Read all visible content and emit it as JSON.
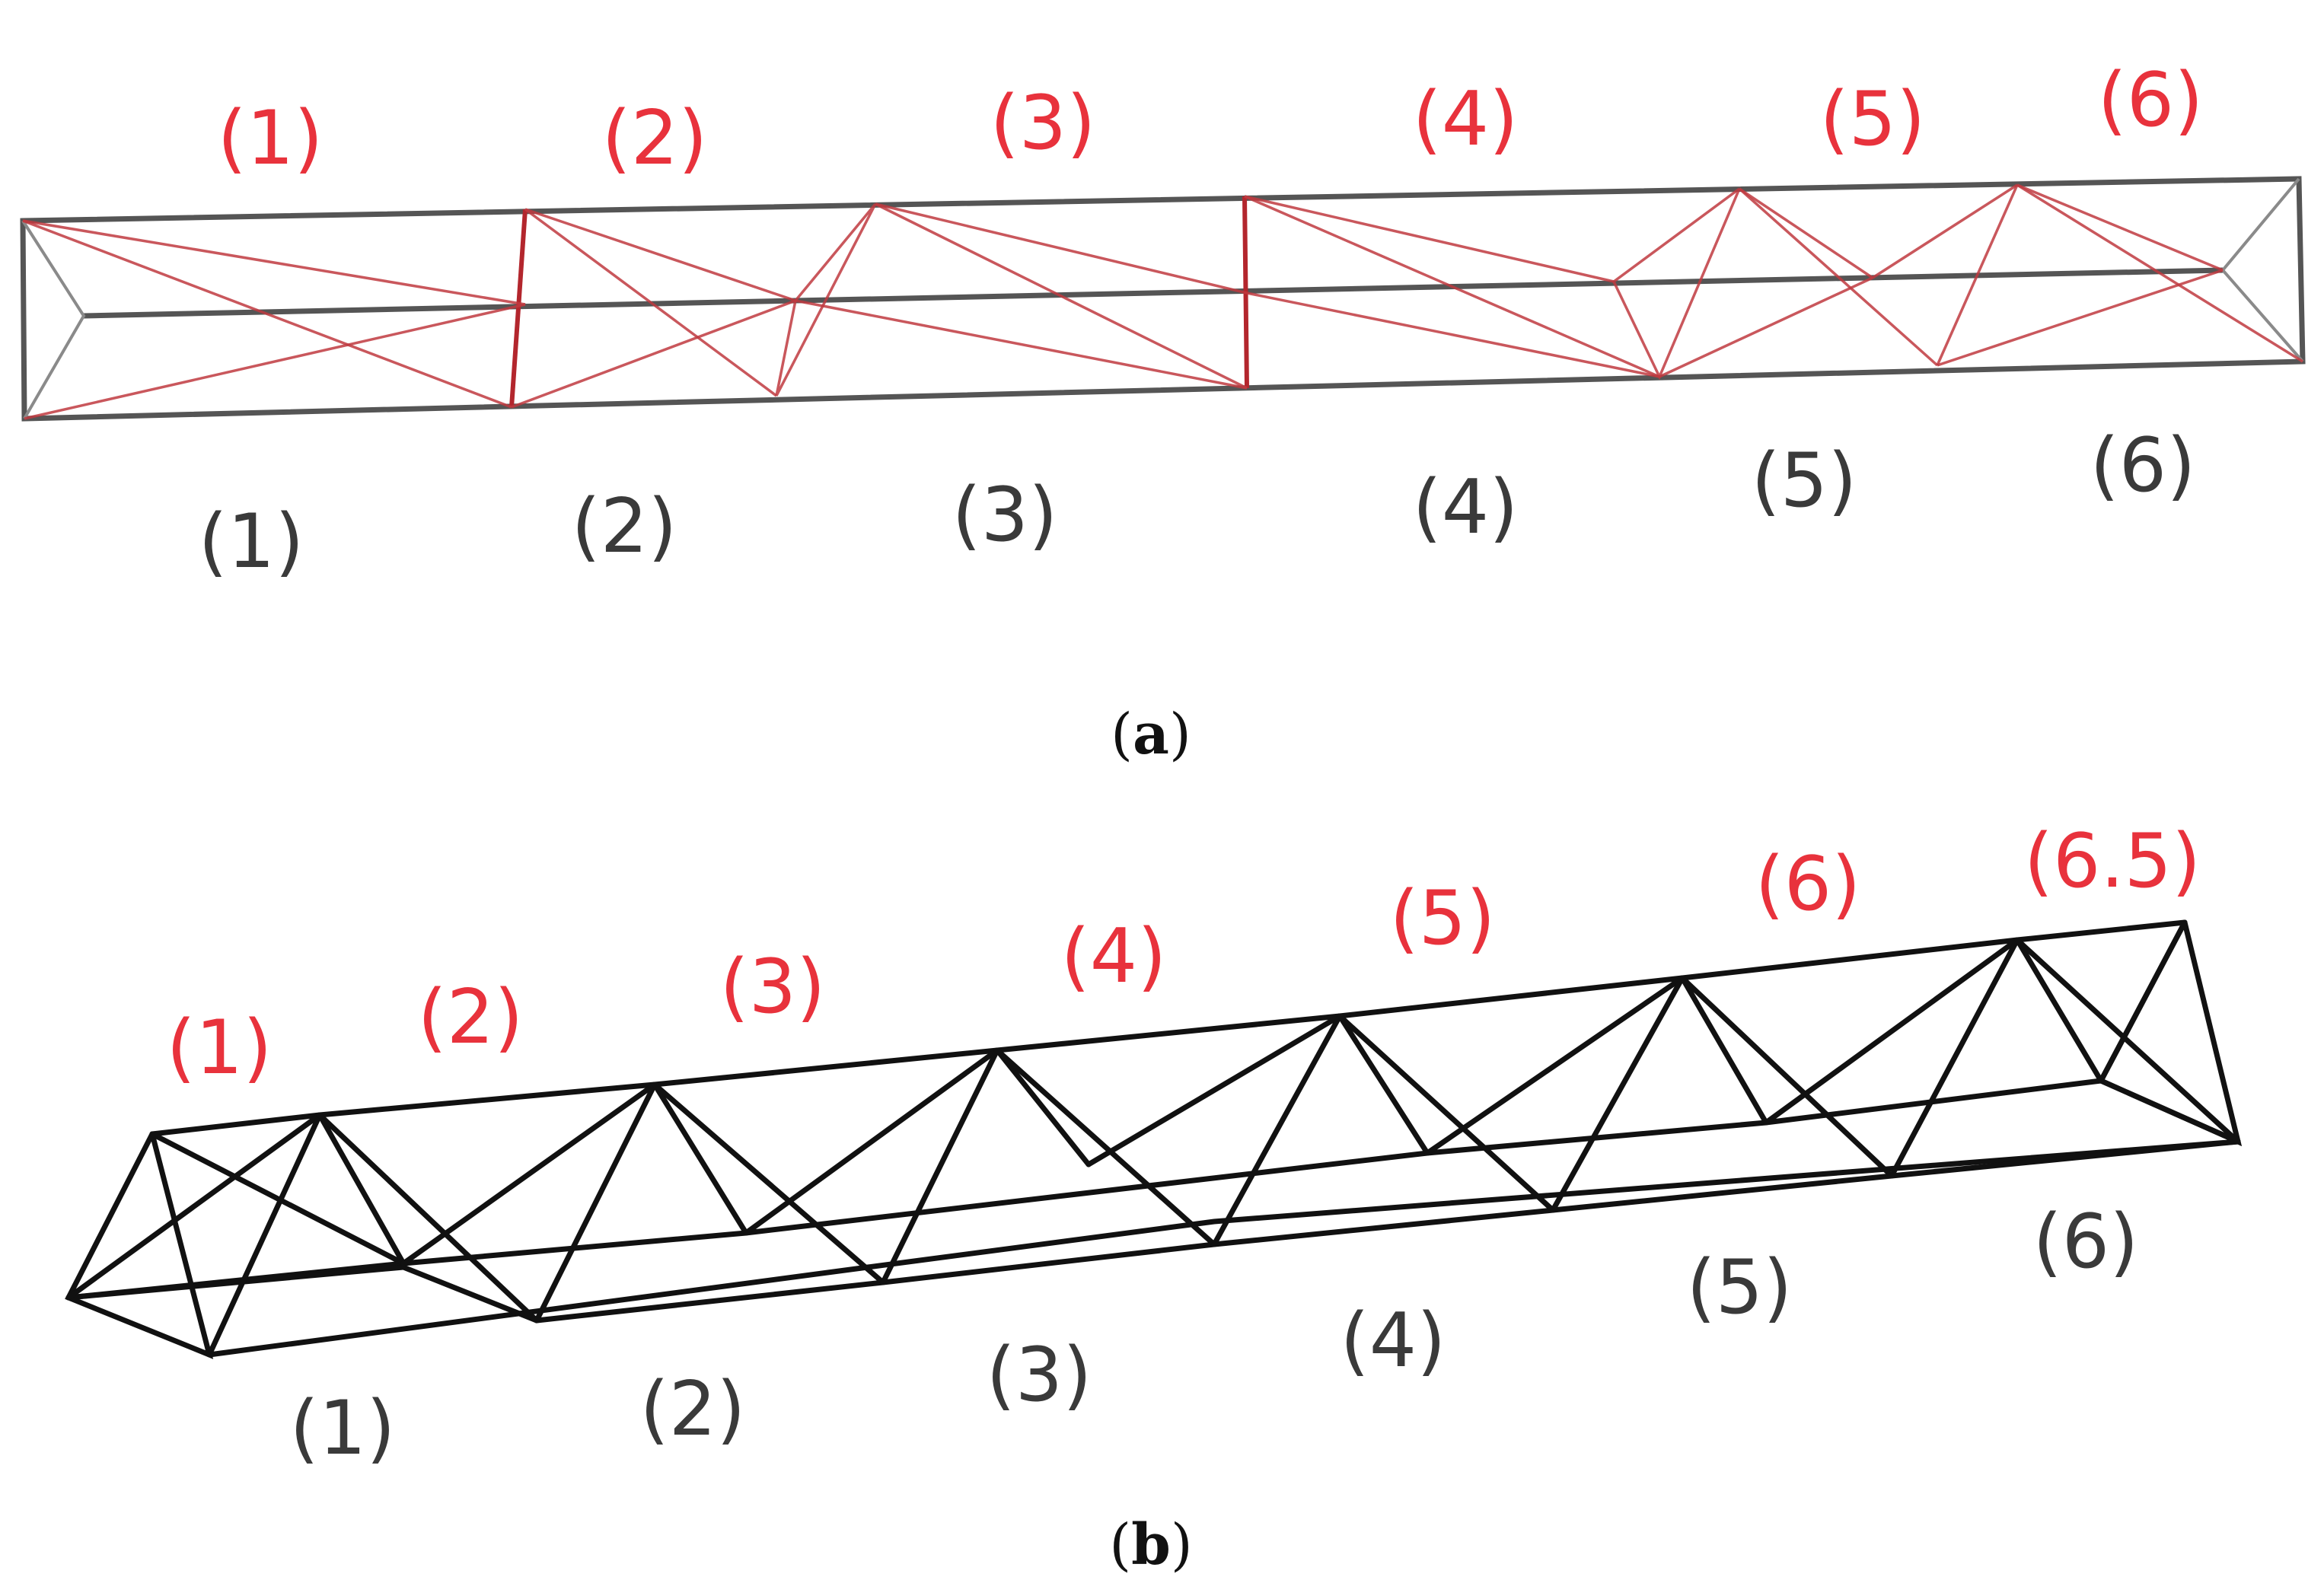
{
  "panel_a": {
    "top_labels": [
      "(1)",
      "(2)",
      "(3)",
      "(4)",
      "(5)",
      "(6)"
    ],
    "bottom_labels": [
      "(1)",
      "(2)",
      "(3)",
      "(4)",
      "(5)",
      "(6)"
    ],
    "caption_letter": "a",
    "colors": {
      "top_labels": "#e8323c",
      "diagonals": "#c0393f",
      "frame": "#555555",
      "bottom_labels": "#3a3a3a"
    }
  },
  "panel_b": {
    "top_labels": [
      "(1)",
      "(2)",
      "(3)",
      "(4)",
      "(5)",
      "(6)",
      "(6.5)"
    ],
    "bottom_labels": [
      "(1)",
      "(2)",
      "(3)",
      "(4)",
      "(5)",
      "(6)"
    ],
    "caption_letter": "b",
    "colors": {
      "top_labels": "#e8323c",
      "members": "#111111",
      "bottom_labels": "#3a3a3a"
    }
  },
  "caption_parens": {
    "open": "(",
    "close": ")"
  }
}
